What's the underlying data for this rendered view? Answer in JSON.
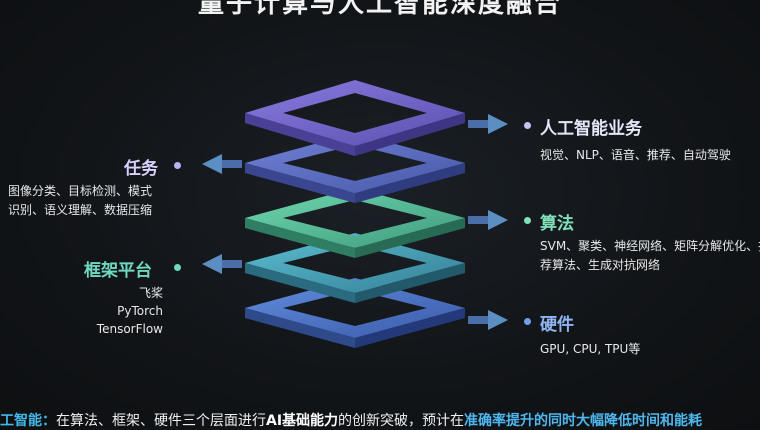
{
  "title": "量子计算与人工智能深度融合",
  "colors": {
    "purple": "#7466c9",
    "blue_purple": "#5b6fc4",
    "green": "#56c29b",
    "teal": "#4aa3b8",
    "blue": "#4f78c9",
    "arrow": "#5b8fc4",
    "label_right": "#e6e6f8",
    "label_left": "#d8d2ff",
    "label_green": "#7fe0b9",
    "accent": "#43b8e8"
  },
  "right": {
    "ai_business": {
      "label": "人工智能业务",
      "desc": "视觉、NLP、语音、推荐、自动驾驶"
    },
    "algorithm": {
      "label": "算法",
      "desc_line1": "SVM、聚类、神经网络、矩阵分解优化、推",
      "desc_line2": "荐算法、生成对抗网络"
    },
    "hardware": {
      "label": "硬件",
      "desc": "GPU, CPU, TPU等"
    }
  },
  "left": {
    "task": {
      "label": "任务",
      "desc_line1": "图像分类、目标检测、模式",
      "desc_line2": "识别、语义理解、数据压缩"
    },
    "framework": {
      "label": "框架平台",
      "desc_line1": "飞桨",
      "desc_line2": "PyTorch",
      "desc_line3": "TensorFlow"
    }
  },
  "bottom": {
    "lead": "人工智能：",
    "text1": "在算法、框架、硬件三个层面进行",
    "strong": "AI基础能力",
    "text2": "的创新突破，预计在",
    "emph": "准确率提升的同时大幅降低时间和能耗"
  }
}
